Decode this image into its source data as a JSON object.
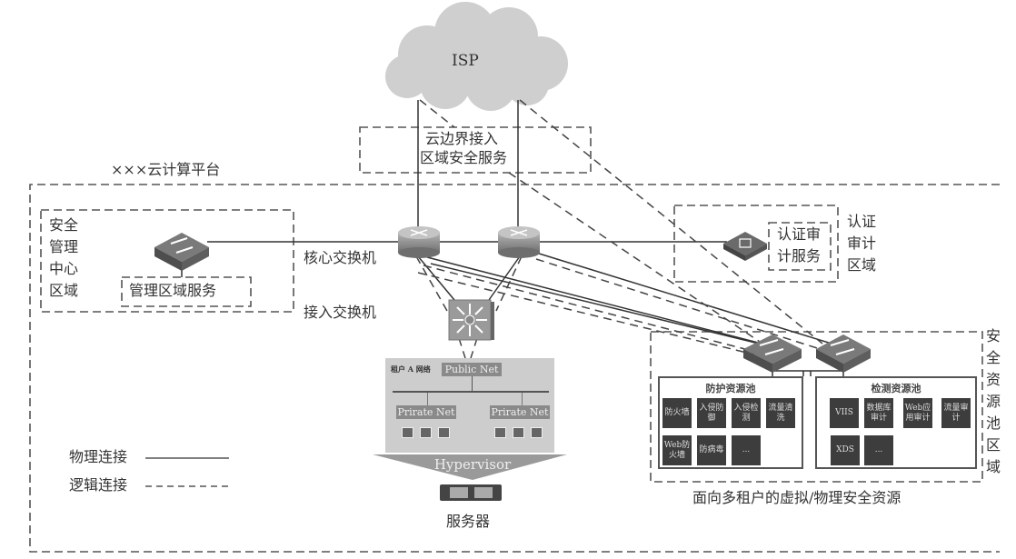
{
  "isp": {
    "label": "ISP"
  },
  "cloud_edge": {
    "line1": "云边界接入",
    "line2": "区域安全服务"
  },
  "platform": {
    "title": "×××云计算平台"
  },
  "mgmt_zone": {
    "label": "安全管理中心区域",
    "service": "管理区域服务"
  },
  "core_switch": {
    "label": "核心交换机"
  },
  "access_switch": {
    "label": "接入交换机"
  },
  "auth_zone": {
    "label": "认证审计区域",
    "service": "认证审计服务"
  },
  "tenant": {
    "label": "租户 A 网络",
    "public_net": "Public Net",
    "private_nets": [
      "Prirate Net",
      "Prirate Net"
    ],
    "hypervisor": "Hypervisor",
    "server": "服务器"
  },
  "legend": {
    "physical": "物理连接",
    "logical": "逻辑连接"
  },
  "security_pool": {
    "zone_label": "安全资源池区域",
    "caption": "面向多租户的虚拟/物理安全资源",
    "protection": {
      "title": "防护资源池",
      "items": [
        "防火墙",
        "入侵防御",
        "入侵检测",
        "流量清洗",
        "Web防火墙",
        "防病毒",
        "..."
      ]
    },
    "detection": {
      "title": "检测资源池",
      "items": [
        "VIIS",
        "数据库审计",
        "Web应用审计",
        "流量审计",
        "XDS",
        "..."
      ]
    }
  },
  "colors": {
    "line": "#333333",
    "dash": "#555555",
    "cloud": "#cfcfcf",
    "device": "#7a7a7a",
    "tile": "#3d3d3d"
  }
}
